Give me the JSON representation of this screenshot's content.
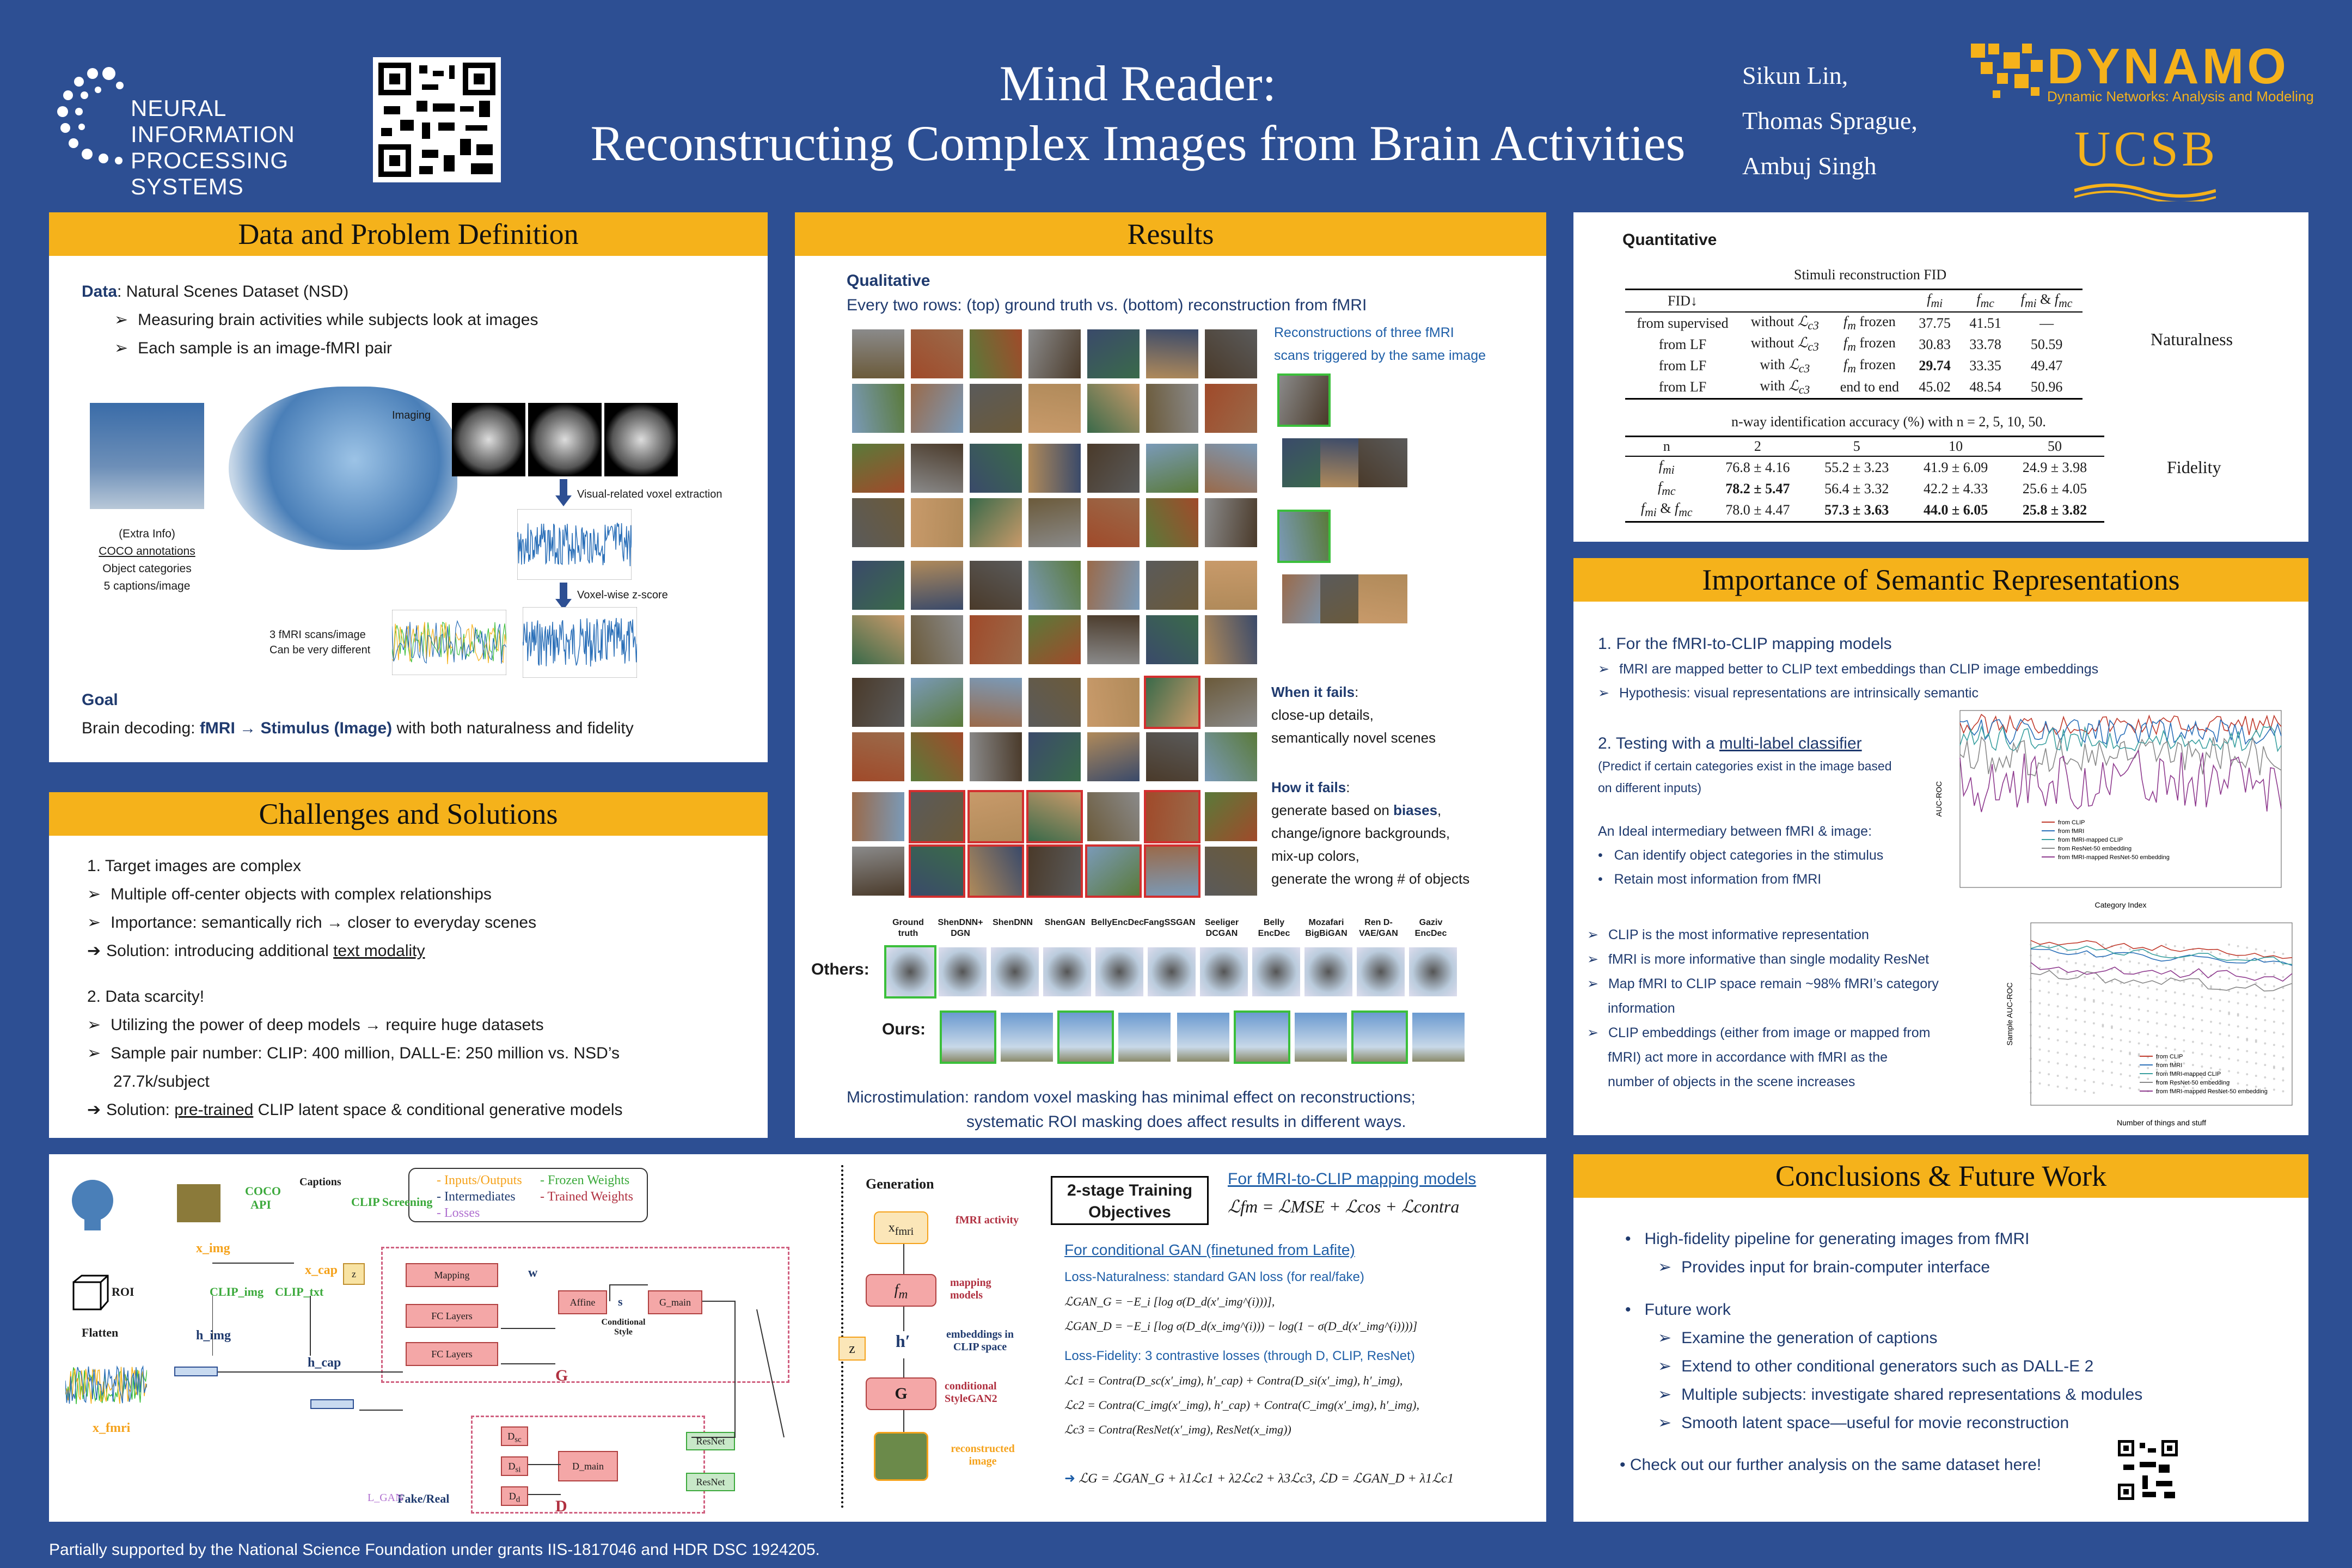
{
  "header": {
    "title_line1": "Mind Reader:",
    "title_line2": "Reconstructing Complex Images from Brain Activities",
    "authors": [
      "Sikun Lin,",
      "Thomas Sprague,",
      "Ambuj Singh"
    ],
    "neurips_logo_text": [
      "NEURAL INFORMATION",
      "PROCESSING SYSTEMS"
    ],
    "dynamo_name": "DYNAMO",
    "dynamo_tagline": "Dynamic Networks: Analysis and Modeling",
    "ucsb": "UCSB"
  },
  "data_panel": {
    "heading": "Data and Problem Definition",
    "data_label": "Data",
    "data_text": ": Natural Scenes Dataset (NSD)",
    "bullets": [
      "Measuring brain activities while subjects look at images",
      "Each sample is an image-fMRI pair"
    ],
    "fig_imaging": "Imaging",
    "fig_voxel_extraction": "Visual-related voxel extraction",
    "fig_zscore": "Voxel-wise z-score",
    "fig_scans": "3 fMRI scans/image",
    "fig_scans2": "Can be very different",
    "extra_info": [
      "(Extra Info)",
      "COCO annotations",
      "Object categories",
      "5 captions/image"
    ],
    "goal_label": "Goal",
    "goal_text_pre": "Brain decoding: ",
    "goal_text_bold": "fMRI → Stimulus (Image)",
    "goal_text_post": " with both naturalness and fidelity"
  },
  "challenges_panel": {
    "heading": "Challenges and Solutions",
    "item1": "1.    Target images are complex",
    "item1_bullets": [
      "Multiple off-center objects with complex relationships",
      "Importance: semantically rich → closer to everyday scenes"
    ],
    "item1_solution_pre": "Solution: introducing additional ",
    "item1_solution_u": "text modality",
    "item2": "2.    Data scarcity!",
    "item2_bullets": [
      "Utilizing the power of deep models → require huge datasets",
      "Sample pair number: CLIP: 400 million, DALL-E: 250 million vs. NSD’s",
      "27.7k/subject"
    ],
    "item2_solution_pre": "Solution: ",
    "item2_solution_u": "pre-trained",
    "item2_solution_post": " CLIP latent space & conditional generative models"
  },
  "results_panel": {
    "heading": "Results",
    "qualitative": "Qualitative",
    "qual_desc": "Every two rows: (top) ground truth vs. (bottom) reconstruction from fMRI",
    "three_scans": [
      "Reconstructions of three fMRI",
      "scans triggered by the same image"
    ],
    "when_fails_title": "When it fails",
    "when_fails": [
      "close-up details,",
      "semantically novel scenes"
    ],
    "how_fails_title": "How it fails",
    "how_fails_pre": "generate based on ",
    "how_fails_bold": "biases",
    "how_fails": [
      "change/ignore backgrounds,",
      "mix-up colors,",
      "generate the wrong # of objects"
    ],
    "method_labels": [
      "Ground truth",
      "ShenDNN+ DGN",
      "ShenDNN",
      "ShenGAN",
      "BellyEncDec",
      "FangSSGAN",
      "Seeliger DCGAN",
      "Belly EncDec",
      "Mozafari BigBiGAN",
      "Ren D-VAE/GAN",
      "Gaziv EncDec"
    ],
    "others": "Others:",
    "ours": "Ours:",
    "microstim1": "Microstimulation: random voxel masking has minimal effect on reconstructions;",
    "microstim2": "systematic ROI masking does affect results in different ways."
  },
  "quant_panel": {
    "title": "Quantitative",
    "table1_caption": "Stimuli reconstruction FID",
    "table1_header": [
      "FID↓",
      "",
      "",
      "f_mi",
      "f_mc",
      "f_mi & f_mc"
    ],
    "table1_rows": [
      [
        "from supervised",
        "without L_c3",
        "f_m frozen",
        "37.75",
        "41.51",
        "—"
      ],
      [
        "from LF",
        "without L_c3",
        "f_m frozen",
        "30.83",
        "33.78",
        "50.59"
      ],
      [
        "from LF",
        "with L_c3",
        "f_m frozen",
        "29.74",
        "33.35",
        "49.47"
      ],
      [
        "from LF",
        "with L_c3",
        "end to end",
        "45.02",
        "48.54",
        "50.96"
      ]
    ],
    "naturalness": "Naturalness",
    "table2_caption": "n-way identification accuracy (%) with n = 2, 5, 10, 50.",
    "table2_header": [
      "n",
      "2",
      "5",
      "10",
      "50"
    ],
    "table2_rows": [
      [
        "f_mi",
        "76.8 ± 4.16",
        "55.2 ± 3.23",
        "41.9 ± 6.09",
        "24.9 ± 3.98"
      ],
      [
        "f_mc",
        "78.2 ± 5.47",
        "56.4 ± 3.32",
        "42.2 ± 4.33",
        "25.6 ± 4.05"
      ],
      [
        "f_mi & f_mc",
        "78.0 ± 4.47",
        "57.3 ± 3.63",
        "44.0 ± 6.05",
        "25.8 ± 3.82"
      ]
    ],
    "fidelity": "Fidelity"
  },
  "semantic_panel": {
    "heading": "Importance of Semantic Representations",
    "item1": "1.   For the fMRI-to-CLIP mapping models",
    "item1_bullets": [
      "fMRI are mapped better to CLIP text embeddings than CLIP image embeddings",
      "Hypothesis: visual representations are intrinsically semantic"
    ],
    "item2_pre": "2.    Testing with a ",
    "item2_u": "multi-label classifier",
    "item2_note": [
      "(Predict if certain categories exist in the image based",
      "on different inputs)"
    ],
    "ideal": "An Ideal intermediary between fMRI & image:",
    "ideal_bullets": [
      "Can identify object categories in the stimulus",
      "Retain most information from fMRI"
    ],
    "conclusion_bullets": [
      "CLIP is the most informative representation",
      "fMRI is more informative than single modality ResNet",
      "Map fMRI to CLIP space remain ~98% fMRI’s category",
      "information",
      "CLIP embeddings (either from image or mapped from",
      "fMRI) act more in accordance with fMRI as the",
      "number of objects in the scene increases"
    ],
    "chart1_xlabel": "Category Index",
    "chart1_ylabel": "AUC-ROC",
    "chart2_xlabel": "Number of things and stuff",
    "chart2_ylabel": "Sample AUC-ROC",
    "legend": [
      "from CLIP",
      "from fMRI",
      "from fMRI-mapped CLIP",
      "from ResNet-50 embedding",
      "from fMRI-mapped ResNet-50 embedding"
    ]
  },
  "conclusions_panel": {
    "heading": "Conclusions & Future Work",
    "items": [
      "High-fidelity pipeline for generating images from fMRI",
      "Provides input for brain-computer interface",
      "Future work",
      "Examine the generation of captions",
      "Extend to other conditional generators such as DALL-E 2",
      "Multiple subjects: investigate shared representations & modules",
      "Smooth latent space—useful for movie reconstruction",
      "Check out our further analysis on the same dataset here!"
    ]
  },
  "method_panel": {
    "legend": [
      "- Inputs/Outputs",
      "- Frozen Weights",
      "- Intermediates",
      "- Trained Weights",
      "- Losses"
    ],
    "labels": {
      "coco": "COCO",
      "api": "API",
      "captions": "Captions",
      "clip_screening": "CLIP Screening",
      "roi": "ROI",
      "flatten": "Flatten",
      "mapping": "Mapping",
      "fc1": "FC Layers",
      "fc2": "FC Layers",
      "affine": "Affine",
      "s": "s",
      "cond_style": "Conditional Style",
      "gmain": "G_main",
      "w": "w",
      "z": "z",
      "G": "G",
      "D": "D",
      "dmain": "D_main",
      "resnet1": "ResNet",
      "resnet2": "ResNet",
      "fake_real": "Fake/Real",
      "lgan": "L_GAN",
      "clip_img": "CLIP_img",
      "clip_txt": "CLIP_txt",
      "ximg": "x_img",
      "xcap": "x_cap",
      "xfmri": "x_fmri",
      "himg": "h_img",
      "hcap": "h_cap"
    },
    "generation": "Generation",
    "gen_labels": [
      "fMRI activity",
      "mapping models",
      "embeddings in CLIP space",
      "conditional StyleGAN2",
      "reconstructed image"
    ],
    "gen_nodes": [
      "x_fmri",
      "f_m",
      "h'",
      "z",
      "G"
    ],
    "objectives_title": "2-stage Training Objectives",
    "fm_title": "For fMRI-to-CLIP mapping models",
    "fm_eq": "ℒfm = ℒMSE + ℒcos + ℒcontra",
    "cgan_title": "For conditional GAN (finetuned from Lafite)",
    "loss_nat": "Loss-Naturalness: standard GAN loss (for real/fake)",
    "loss_nat_eqs": [
      "ℒGAN_G = −E_i [log σ(D_d(x′_img^(i)))],",
      "ℒGAN_D = −E_i [log σ(D_d(x_img^(i))) − log(1 − σ(D_d(x′_img^(i))))]"
    ],
    "loss_fid": "Loss-Fidelity: 3 contrastive losses (through D, CLIP, ResNet)",
    "loss_fid_eqs": [
      "ℒc1 = Contra(D_sc(x′_img), h′_cap) + Contra(D_si(x′_img), h′_img),",
      "ℒc2 = Contra(C_img(x′_img), h′_cap) + Contra(C_img(x′_img), h′_img),",
      "ℒc3 = Contra(ResNet(x′_img), ResNet(x_img))"
    ],
    "final_eq": "ℒG = ℒGAN_G + λ1ℒc1 + λ2ℒc2 + λ3ℒc3,  ℒD = ℒGAN_D + λ1ℒc1"
  },
  "footer": "Partially supported by the National Science Foundation under grants IIS-1817046 and HDR DSC 1924205.",
  "colors": {
    "background": "#2d4f93",
    "accent": "#f5b21b",
    "panel": "#ffffff",
    "red": "#d32f2f",
    "green": "#3bbf3b"
  }
}
